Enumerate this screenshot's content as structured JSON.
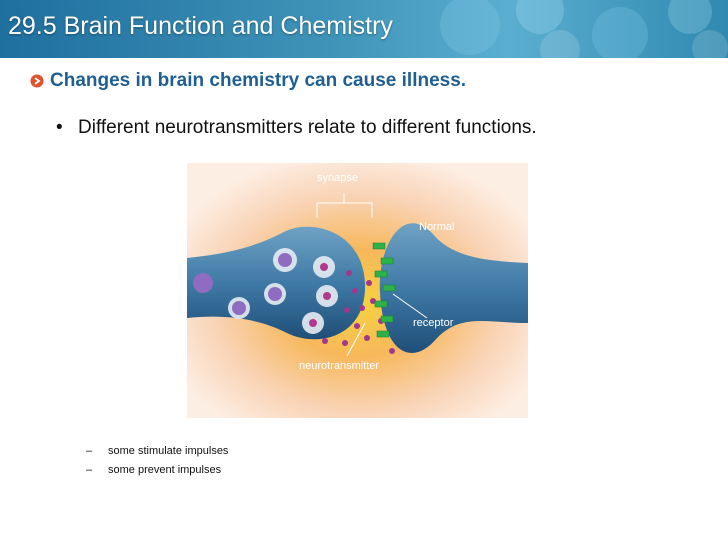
{
  "title": "29.5 Brain Function and Chemistry",
  "subheading": "Changes in brain chemistry can cause illness.",
  "bullet": "Different neurotransmitters relate to different functions.",
  "figure": {
    "labels": {
      "synapse": "synapse",
      "normal": "Normal",
      "receptor": "receptor",
      "neurotransmitter": "neurotransmitter"
    }
  },
  "subpoints": [
    "some stimulate impulses",
    "some prevent impulses"
  ],
  "colors": {
    "accent": "#1f5f93",
    "bullet": "#e0522c",
    "header": "#2f89b0"
  }
}
